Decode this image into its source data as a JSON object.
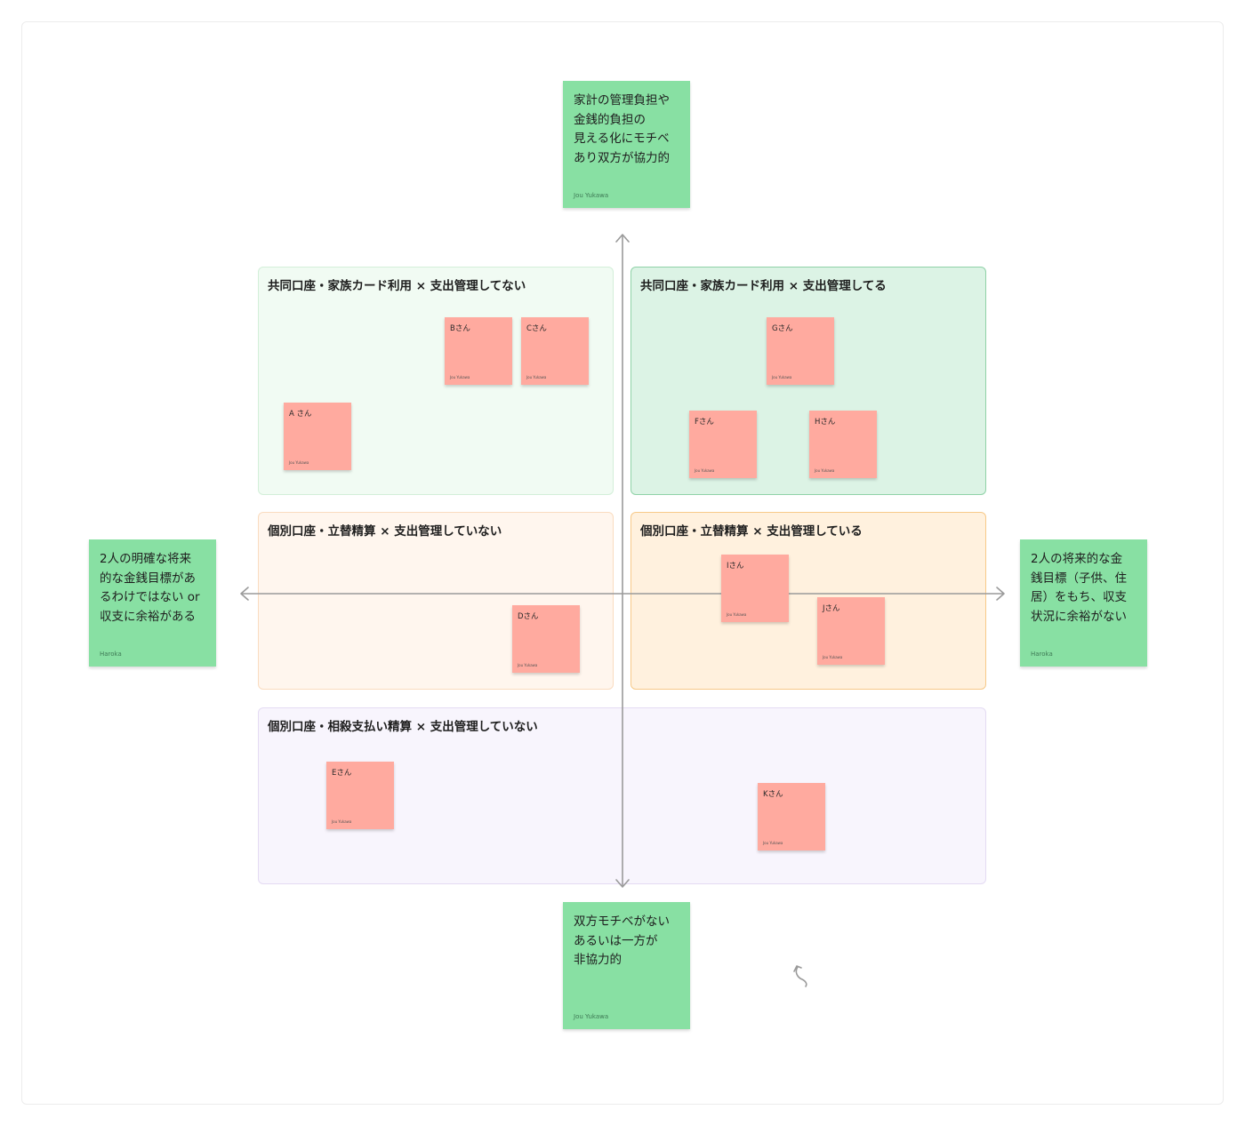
{
  "regions": {
    "top_left": {
      "title": "共同口座・家族カード利用 × 支出管理してない"
    },
    "top_right": {
      "title": "共同口座・家族カード利用 × 支出管理してる"
    },
    "mid_left": {
      "title": "個別口座・立替精算 × 支出管理していない"
    },
    "mid_right": {
      "title": "個別口座・立替精算 × 支出管理している"
    },
    "bottom": {
      "title": "個別口座・相殺支払い精算 × 支出管理していない"
    }
  },
  "axis_notes": {
    "top": {
      "lines": [
        "家計の管理負担や",
        "金銭的負担の",
        "見える化にモチベ",
        "あり双方が協力的"
      ],
      "author": "Jou Yukawa"
    },
    "bottom": {
      "lines": [
        "双方モチベがない",
        "あるいは一方が",
        "非協力的"
      ],
      "author": "Jou Yukawa"
    },
    "left": {
      "lines": [
        "2人の明確な将来",
        "的な金銭目標があ",
        "るわけではない or",
        "収支に余裕がある"
      ],
      "author": "Haroka"
    },
    "right": {
      "lines": [
        "2人の将来的な金",
        "銭目標（子供、住",
        "居）をもち、収支",
        "状況に余裕がない"
      ],
      "author": "Haroka"
    }
  },
  "stickies": {
    "a": {
      "label": "A さん",
      "author": "Jou Yukawa"
    },
    "b": {
      "label": "Bさん",
      "author": "Jou Yukawa"
    },
    "c": {
      "label": "Cさん",
      "author": "Jou Yukawa"
    },
    "d": {
      "label": "Dさん",
      "author": "Jou Yukawa"
    },
    "e": {
      "label": "Eさん",
      "author": "Jou Yukawa"
    },
    "f": {
      "label": "Fさん",
      "author": "Jou Yukawa"
    },
    "g": {
      "label": "Gさん",
      "author": "Jou Yukawa"
    },
    "h": {
      "label": "Hさん",
      "author": "Jou Yukawa"
    },
    "i": {
      "label": "Iさん",
      "author": "Jou Yukawa"
    },
    "j": {
      "label": "Jさん",
      "author": "Jou Yukawa"
    },
    "k": {
      "label": "Kさん",
      "author": "Jou Yukawa"
    }
  },
  "colors": {
    "sticky_pink": "#ffaa9f",
    "sticky_green": "#88e0a3",
    "axis_gray": "#9a9a9a"
  }
}
